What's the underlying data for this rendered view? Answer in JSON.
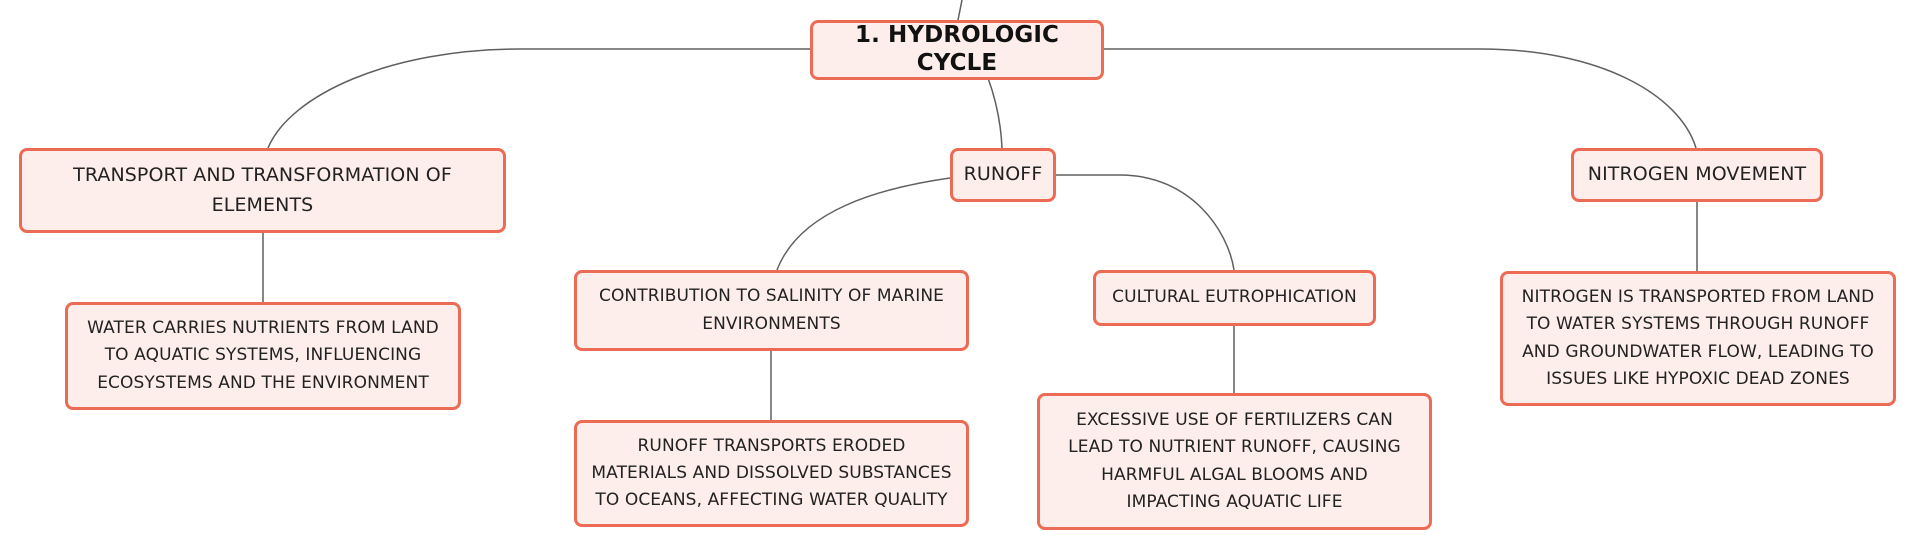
{
  "diagram": {
    "root": {
      "label": "1. HYDROLOGIC CYCLE"
    },
    "branches": {
      "transport": {
        "label": "TRANSPORT AND TRANSFORMATION OF ELEMENTS",
        "detail": "WATER CARRIES NUTRIENTS FROM LAND TO AQUATIC SYSTEMS, INFLUENCING ECOSYSTEMS AND THE ENVIRONMENT"
      },
      "runoff": {
        "label": "RUNOFF",
        "salinity": {
          "label": "CONTRIBUTION TO SALINITY OF MARINE ENVIRONMENTS",
          "detail": "RUNOFF TRANSPORTS ERODED MATERIALS AND DISSOLVED SUBSTANCES TO OCEANS, AFFECTING WATER QUALITY"
        },
        "eutrophication": {
          "label": "CULTURAL EUTROPHICATION",
          "detail": "EXCESSIVE USE OF FERTILIZERS CAN LEAD TO NUTRIENT RUNOFF, CAUSING HARMFUL ALGAL BLOOMS AND IMPACTING AQUATIC LIFE"
        }
      },
      "nitrogen": {
        "label": "NITROGEN MOVEMENT",
        "detail": "NITROGEN IS TRANSPORTED FROM LAND TO WATER SYSTEMS THROUGH RUNOFF AND GROUNDWATER FLOW, LEADING TO ISSUES LIKE HYPOXIC DEAD ZONES"
      }
    }
  },
  "colors": {
    "node_border": "#ec6b54",
    "node_fill": "#fdeeeb",
    "connector": "#5f5f5f",
    "text": "#222222"
  }
}
